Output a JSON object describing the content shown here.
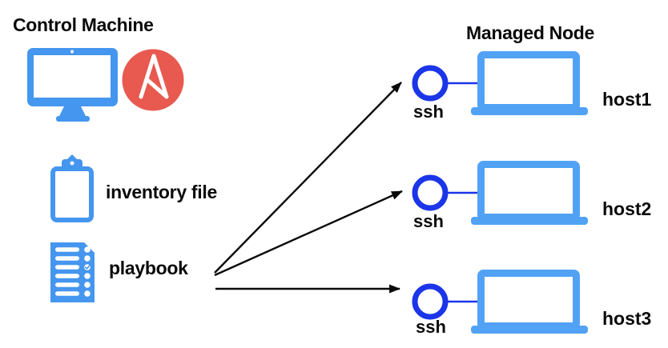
{
  "colors": {
    "background": "#ffffff",
    "icon_blue": "#4596ef",
    "laptop_blue": "#51a2f5",
    "ssh_blue": "#1b35e9",
    "ansible_red": "#e8594f",
    "arrow_black": "#0a0a0a"
  },
  "control_machine": {
    "title": "Control Machine",
    "computer_icon": "desktop-computer-icon",
    "logo_icon": "ansible-logo-icon",
    "items": [
      {
        "icon": "clipboard-icon",
        "label": "inventory file"
      },
      {
        "icon": "playbook-checklist-icon",
        "label": "playbook"
      }
    ]
  },
  "managed_node": {
    "title": "Managed Node",
    "nodes": [
      {
        "ssh_label": "ssh",
        "host_label": "host1"
      },
      {
        "ssh_label": "ssh",
        "host_label": "host2"
      },
      {
        "ssh_label": "ssh",
        "host_label": "host3"
      }
    ]
  },
  "connections": [
    {
      "from": "playbook",
      "to": "host1",
      "protocol": "ssh"
    },
    {
      "from": "playbook",
      "to": "host2",
      "protocol": "ssh"
    },
    {
      "from": "playbook",
      "to": "host3",
      "protocol": "ssh"
    }
  ]
}
